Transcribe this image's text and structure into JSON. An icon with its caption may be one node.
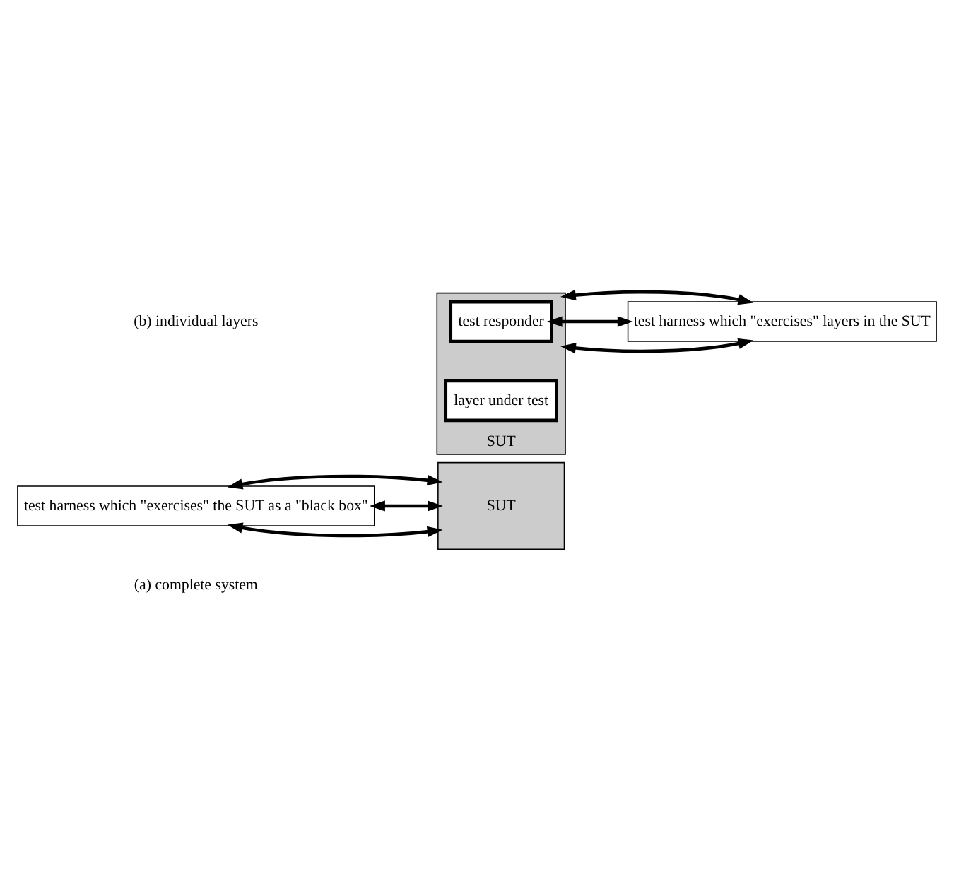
{
  "diagram": {
    "nodes": [
      {
        "text": [
          "test harness which \"exercises\" the SUT as a \"black box\""
        ]
      },
      {
        "text": [
          "SUT"
        ]
      },
      {
        "text": [
          "test harness which \"exercises\" layers in the SUT"
        ]
      },
      {
        "text": [
          "SUT"
        ]
      },
      {
        "text": [
          "test responder"
        ],
        "in": 3
      },
      {
        "text": [
          "layer under test"
        ],
        "in": 3
      }
    ],
    "edges": [
      {
        "from": 0,
        "to": 1,
        "arrow": "both"
      },
      {
        "from": 1,
        "to": 0,
        "arrow": "both"
      },
      {
        "from": 1,
        "to": 0,
        "arrow": "both"
      },
      {
        "from": 2,
        "to": 4,
        "arrow": "both"
      },
      {
        "from": 3,
        "to": 2,
        "arrow": "both"
      },
      {
        "from": 3,
        "to": 2,
        "arrow": "both"
      }
    ],
    "labels": [
      "(a) complete system",
      "(b) individual layers"
    ]
  }
}
